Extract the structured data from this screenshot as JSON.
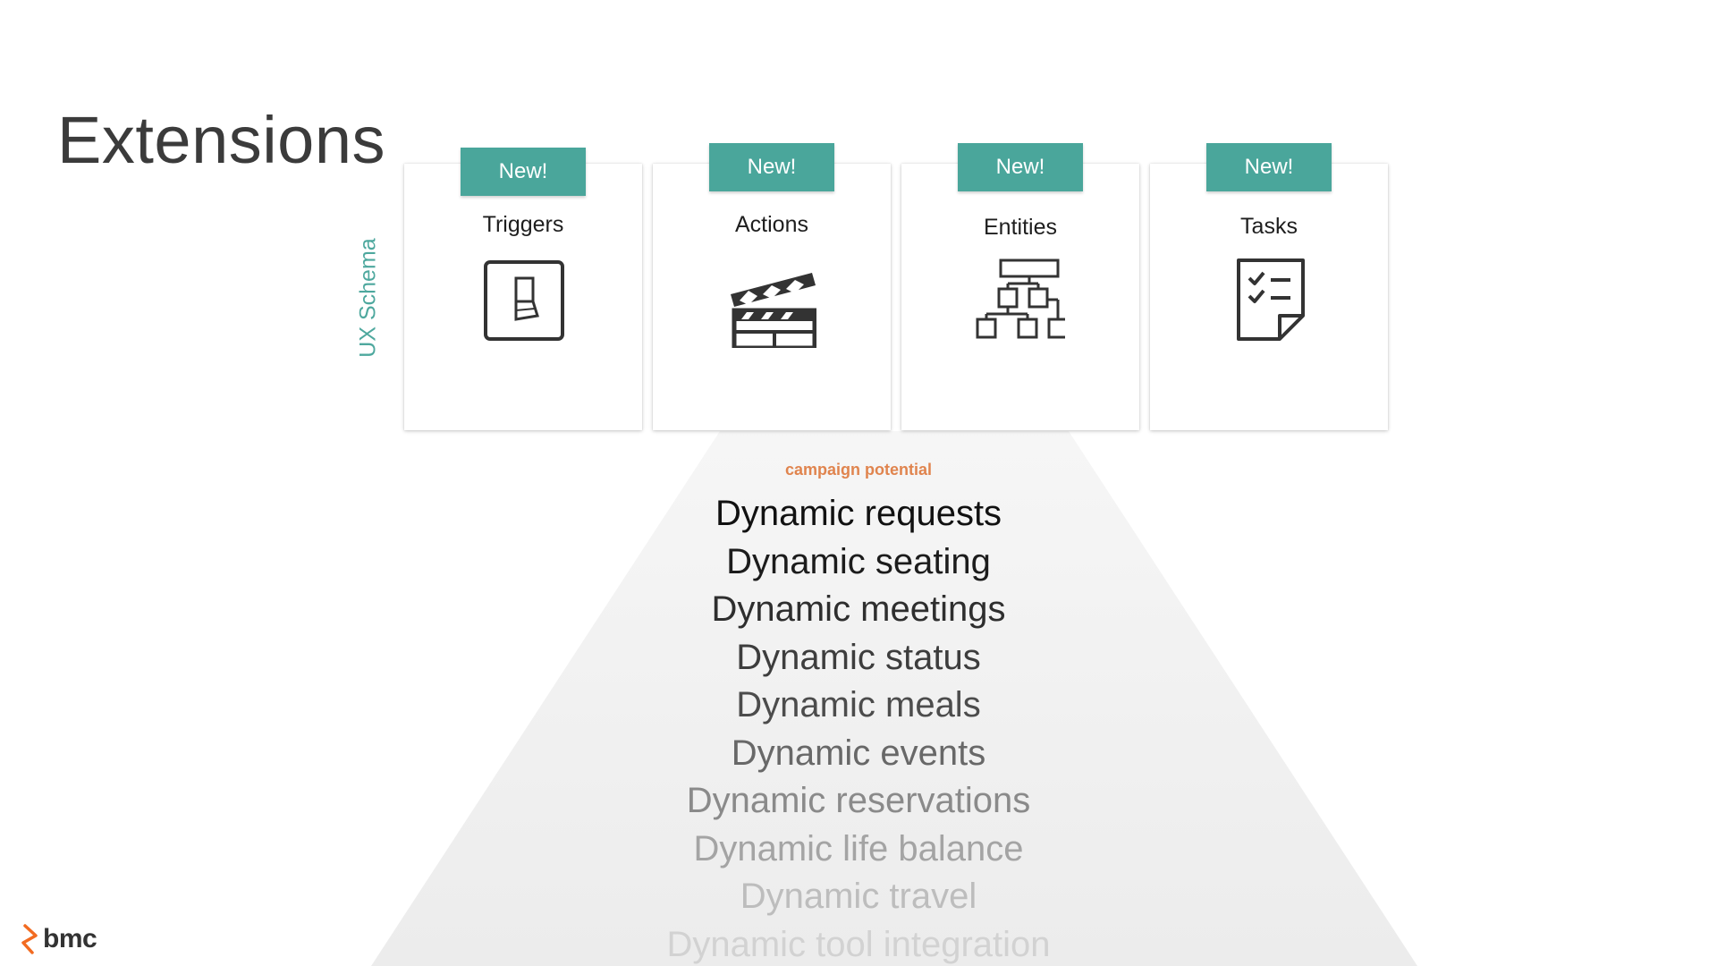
{
  "slide": {
    "title": "Extensions",
    "side_label": "UX Schema"
  },
  "cards": [
    {
      "badge": "New!",
      "label": "Triggers",
      "icon": "switch-icon"
    },
    {
      "badge": "New!",
      "label": "Actions",
      "icon": "clapperboard-icon"
    },
    {
      "badge": "New!",
      "label": "Entities",
      "icon": "hierarchy-icon"
    },
    {
      "badge": "New!",
      "label": "Tasks",
      "icon": "checklist-icon"
    }
  ],
  "funnel": {
    "caption": "campaign potential",
    "items": [
      "Dynamic requests",
      "Dynamic seating",
      "Dynamic meetings",
      "Dynamic status",
      "Dynamic meals",
      "Dynamic events",
      "Dynamic reservations",
      "Dynamic life balance",
      "Dynamic travel",
      "Dynamic tool integration"
    ]
  },
  "logo": {
    "text": "bmc",
    "icon": "bmc-logo-icon"
  },
  "colors": {
    "accent": "#4aa69b",
    "caption": "#e0844e",
    "title": "#3b3b3b"
  }
}
